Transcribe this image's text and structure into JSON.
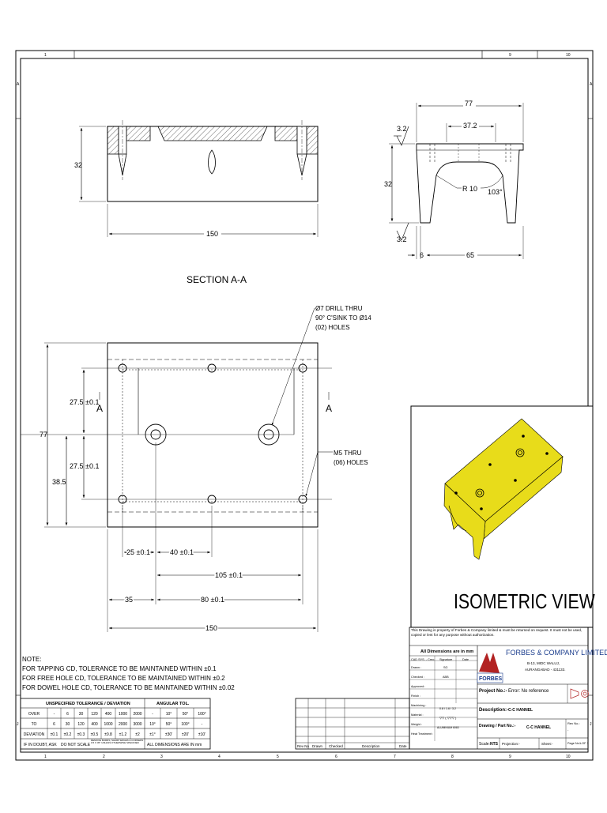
{
  "zones": {
    "top": [
      "1",
      "9",
      "10"
    ],
    "bottom": [
      "1",
      "2",
      "3",
      "4",
      "5",
      "6",
      "7",
      "8",
      "9",
      "10"
    ],
    "left": [
      "A",
      "J"
    ]
  },
  "section_view": {
    "title": "SECTION A-A",
    "dim_height": "32",
    "dim_length": "150"
  },
  "side_view": {
    "dim_overall": "77",
    "dim_inner": "37.2",
    "dim_height": "32",
    "finish_top": "3.2",
    "finish_bottom": "3.2",
    "radius": "R 10",
    "angle": "103°",
    "dim_left": "6",
    "dim_right": "65"
  },
  "plan_view": {
    "callout_drill": [
      "Ø7 DRILL THRU",
      "90° C'SINK TO Ø14",
      "(02) HOLES"
    ],
    "callout_tap": [
      "M5 THRU",
      "(06) HOLES"
    ],
    "section_marker": "A",
    "dim_height": "77",
    "dim_27a": "27.5 ±0.1",
    "dim_27b": "27.5 ±0.1",
    "dim_38": "38.5",
    "dim_25": "25 ±0.1",
    "dim_40": "40 ±0.1",
    "dim_105": "105 ±0.1",
    "dim_35": "35",
    "dim_80": "80 ±0.1",
    "dim_150": "150"
  },
  "isometric": {
    "title": "ISOMETRIC VIEW",
    "body_color": "#e8dc1a",
    "edge_color": "#9a8f00"
  },
  "notes": {
    "heading": "NOTE:",
    "lines": [
      "FOR TAPPING CD, TOLERANCE TO BE MAINTAINED WITHIN ±0.1",
      "FOR FREE HOLE CD, TOLERANCE TO BE MAINTAINED WITHIN ±0.2",
      "FOR DOWEL HOLE CD, TOLERANCE TO BE MAINTAINED WITHIN ±0.02"
    ]
  },
  "tolerance_table": {
    "title": "UNSPECIFIED TOLERANCE / DEVIATION",
    "angular_title": "ANGULAR TOL.",
    "rows": [
      [
        "OVER",
        "-",
        "6",
        "30",
        "120",
        "400",
        "1000",
        "2000",
        "-",
        "10°",
        "50°",
        "100°"
      ],
      [
        "TO",
        "6",
        "30",
        "120",
        "400",
        "1000",
        "2000",
        "3000",
        "10°",
        "50°",
        "100°",
        "-"
      ],
      [
        "DEVIATION",
        "±0.1",
        "±0.2",
        "±0.3",
        "±0.5",
        "±0.8",
        "±1.2",
        "±2",
        "±1°",
        "±30'",
        "±20'",
        "±10'"
      ]
    ],
    "footer": [
      "IF IN DOUBT, ASK",
      "DO NOT SCALE",
      "REMOVE BURRS, SHARP EDGES & CORNERS 0.5 X 45° UNLESS OTHERWISE SPECIFIED",
      "ALL DIMENSIONS ARE IN mm"
    ]
  },
  "revision_table": {
    "headers": [
      "Rev No",
      "Drawn",
      "Checked",
      "Description",
      "Date"
    ]
  },
  "title_block": {
    "property_note": "This Drawing is property of Forbes & Company limited & must be returned on request. It must not be used, copied or lent for any purpose without authorization.",
    "dims_note": "All Dimensions are in mm",
    "company": "FORBES & COMPANY LIMITED",
    "address1": "B-13, MIDC WALUJ,",
    "address2": "AURANGABAD - 431133.",
    "logo_text": "FORBES",
    "approval_headers": [
      "CAD SYS. - Creo",
      "Signature",
      "Date"
    ],
    "approval_rows": [
      "Drawn :",
      "Checked :",
      "Approved :",
      "Finish :",
      "Machining :",
      "Material :",
      "Weight :",
      "Heat Treatment :"
    ],
    "drawn_sig": "SG",
    "checked_sig": "ABB",
    "finish_value": "0.8 / 1.6 / 3.2",
    "material_value": "ALUMINIUM 6063",
    "project_label": "Project No.:-",
    "project_value": "Error: No reference",
    "desc_label": "Description:-",
    "desc_value": "C-C HANNEL",
    "drawing_label": "Drawing / Part No.:-",
    "drawing_value": "C-C HANNEL",
    "rev_label": "Rev No.:",
    "rev_value": "-",
    "scale_label": "Scale:",
    "scale_value": "NTS",
    "projection_label": "Projection:-",
    "sheet_label": "Sheet:-",
    "page_label": "Page No.:-",
    "page_value": "1 OF 1"
  }
}
